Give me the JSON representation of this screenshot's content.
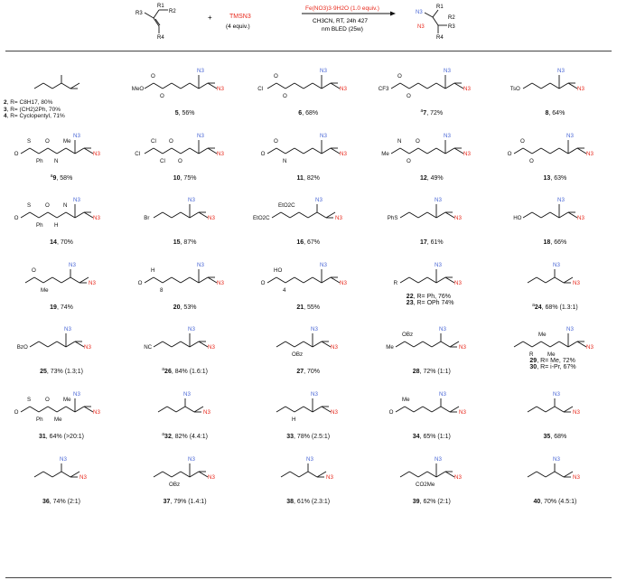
{
  "colors": {
    "azide_red": "#e8291c",
    "azide_blue": "#4a67d6",
    "bond": "#111111",
    "rule": "#444444"
  },
  "scheme": {
    "substrate_labels": [
      "R1",
      "R2",
      "R3",
      "R4"
    ],
    "plus": "+",
    "reagent": "TMSN3",
    "reagent_equiv": "(4 equiv.)",
    "arrow_top": "Fe(NO3)3·9H2O (1.0 equiv.)",
    "arrow_mid": "CH3CN, RT, 24h 427",
    "arrow_bottom": "nm BLED (25w)",
    "product_labels": [
      "N3",
      "R1",
      "R2",
      "N3",
      "R3",
      "R4"
    ]
  },
  "products": [
    {
      "lines": [
        {
          "id": "2",
          "text": ", R= C8H17, 80%"
        },
        {
          "id": "3",
          "text": ", R= (CH2)2Ph, 70%"
        },
        {
          "id": "4",
          "text": ", R= Cyclopentyl, 71%"
        }
      ]
    },
    {
      "id": "5",
      "sup": "",
      "text": ", 56%",
      "groups": [
        "MeO",
        "O",
        "O",
        "N3",
        "N3"
      ]
    },
    {
      "id": "6",
      "sup": "",
      "text": ", 68%",
      "groups": [
        "Cl",
        "O",
        "O",
        "N3",
        "N3"
      ]
    },
    {
      "id": "7",
      "sup": "a",
      "text": ", 72%",
      "groups": [
        "CF3",
        "O",
        "O",
        "N3",
        "N3"
      ]
    },
    {
      "id": "8",
      "sup": "",
      "text": ", 64%",
      "groups": [
        "TsO",
        "N3",
        "N3"
      ]
    },
    {
      "id": "9",
      "sup": "a",
      "text": ", 58%",
      "groups": [
        "O",
        "S",
        "Ph",
        "O",
        "N",
        "Me",
        "N3",
        "N3"
      ]
    },
    {
      "id": "10",
      "sup": "",
      "text": ", 75%",
      "groups": [
        "Cl",
        "Cl",
        "Cl",
        "O",
        "O",
        "N3",
        "N3"
      ]
    },
    {
      "id": "11",
      "sup": "",
      "text": ", 82%",
      "groups": [
        "O",
        "O",
        "N",
        "N3",
        "N3"
      ]
    },
    {
      "id": "12",
      "sup": "",
      "text": ", 49%",
      "groups": [
        "Me",
        "N",
        "O",
        "O",
        "N3",
        "N3"
      ]
    },
    {
      "id": "13",
      "sup": "",
      "text": ", 63%",
      "groups": [
        "O",
        "O",
        "O",
        "N3",
        "N3"
      ]
    },
    {
      "id": "14",
      "sup": "",
      "text": ", 70%",
      "groups": [
        "O",
        "S",
        "Ph",
        "O",
        "H",
        "N",
        "N3",
        "N3"
      ]
    },
    {
      "id": "15",
      "sup": "",
      "text": ", 87%",
      "groups": [
        "Br",
        "N3",
        "N3"
      ]
    },
    {
      "id": "16",
      "sup": "",
      "text": ", 67%",
      "groups": [
        "EtO2C",
        "EtO2C",
        "N3",
        "N3"
      ]
    },
    {
      "id": "17",
      "sup": "",
      "text": ", 61%",
      "groups": [
        "PhS",
        "N3",
        "N3"
      ]
    },
    {
      "id": "18",
      "sup": "",
      "text": ", 66%",
      "groups": [
        "HO",
        "N3",
        "N3"
      ]
    },
    {
      "id": "19",
      "sup": "",
      "text": ", 74%",
      "groups": [
        "N3",
        "O",
        "Me",
        "N3"
      ]
    },
    {
      "id": "20",
      "sup": "",
      "text": ", 53%",
      "groups": [
        "O",
        "H",
        "8",
        "N3",
        "N3"
      ]
    },
    {
      "id": "21",
      "sup": "",
      "text": ", 55%",
      "groups": [
        "O",
        "HO",
        "4",
        "N3",
        "N3"
      ]
    },
    {
      "lines": [
        {
          "id": "22",
          "text": ", R= Ph, 76%"
        },
        {
          "id": "23",
          "text": ", R= OPh 74%"
        }
      ],
      "groups": [
        "R",
        "N3",
        "N3"
      ]
    },
    {
      "id": "24",
      "sup": "a",
      "text": ", 68% (1.3:1)",
      "groups": [
        "N3",
        "N3"
      ]
    },
    {
      "id": "25",
      "sup": "",
      "text": ", 73% (1.3;1)",
      "groups": [
        "BzO",
        "N3",
        "N3"
      ]
    },
    {
      "id": "26",
      "sup": "a",
      "text": ", 84% (1.6:1)",
      "groups": [
        "NC",
        "N3",
        "N3"
      ]
    },
    {
      "id": "27",
      "sup": "",
      "text": ", 70%",
      "groups": [
        "N3",
        "N3",
        "OBz"
      ]
    },
    {
      "id": "28",
      "sup": "",
      "text": ", 72% (1:1)",
      "groups": [
        "Me",
        "OBz",
        "N3",
        "N3"
      ]
    },
    {
      "lines": [
        {
          "id": "29",
          "text": ", R= Me, 72%"
        },
        {
          "id": "30",
          "text": ", R= i-Pr, 67%"
        }
      ],
      "groups": [
        "N3",
        "N3",
        "R",
        "Me",
        "Me"
      ]
    },
    {
      "id": "31",
      "sup": "",
      "text": ", 64% (>20:1)",
      "groups": [
        "O",
        "S",
        "Ph",
        "O",
        "Me",
        "Me",
        "N3",
        "N3"
      ]
    },
    {
      "id": "32",
      "sup": "a",
      "text": ", 82% (4.4:1)",
      "groups": [
        "N3",
        "N3"
      ]
    },
    {
      "id": "33",
      "sup": "",
      "text": ", 78% (2.5:1)",
      "groups": [
        "N3",
        "N3",
        "H"
      ]
    },
    {
      "id": "34",
      "sup": "",
      "text": ", 65% (1:1)",
      "groups": [
        "O",
        "Me",
        "N3",
        "N3"
      ]
    },
    {
      "id": "35",
      "sup": "",
      "text": ", 68%",
      "groups": [
        "N3",
        "N3"
      ]
    },
    {
      "id": "36",
      "sup": "",
      "text": ", 74% (2:1)",
      "groups": [
        "N3",
        "N3"
      ]
    },
    {
      "id": "37",
      "sup": "",
      "text": ", 79% (1.4:1)",
      "groups": [
        "N3",
        "N3",
        "OBz"
      ]
    },
    {
      "id": "38",
      "sup": "",
      "text": ", 61% (2.3:1)",
      "groups": [
        "N3",
        "N3"
      ]
    },
    {
      "id": "39",
      "sup": "",
      "text": ", 62% (2:1)",
      "groups": [
        "N3",
        "N3",
        "CO2Me"
      ]
    },
    {
      "id": "40",
      "sup": "",
      "text": ", 70% (4.5:1)",
      "groups": [
        "N3",
        "N3"
      ]
    }
  ]
}
